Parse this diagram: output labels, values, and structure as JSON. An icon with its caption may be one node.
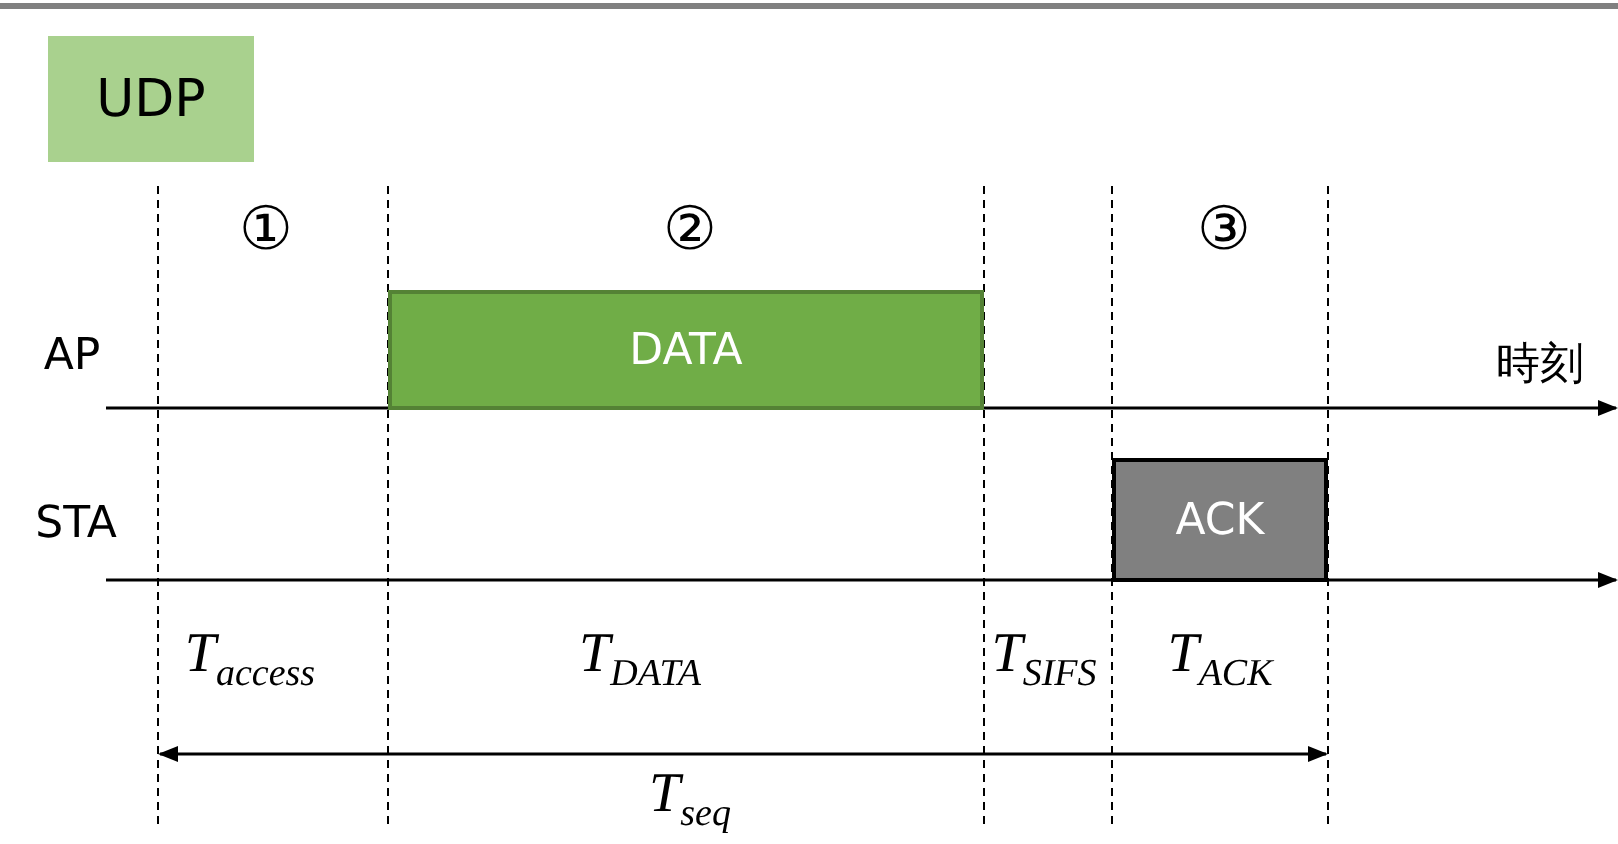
{
  "diagram": {
    "nodes": [
      {
        "text": [
          "UDP"
        ]
      },
      {
        "text": [
          "DATA"
        ]
      },
      {
        "text": [
          "ACK"
        ]
      }
    ],
    "labels": [
      "①",
      "②",
      "③",
      "AP",
      "時刻",
      "STA",
      "T$_{access}$",
      "T$_{DATA}$",
      "T$_{SIFS}$",
      "T$_{ACK}$",
      "T$_{seq}$"
    ]
  }
}
